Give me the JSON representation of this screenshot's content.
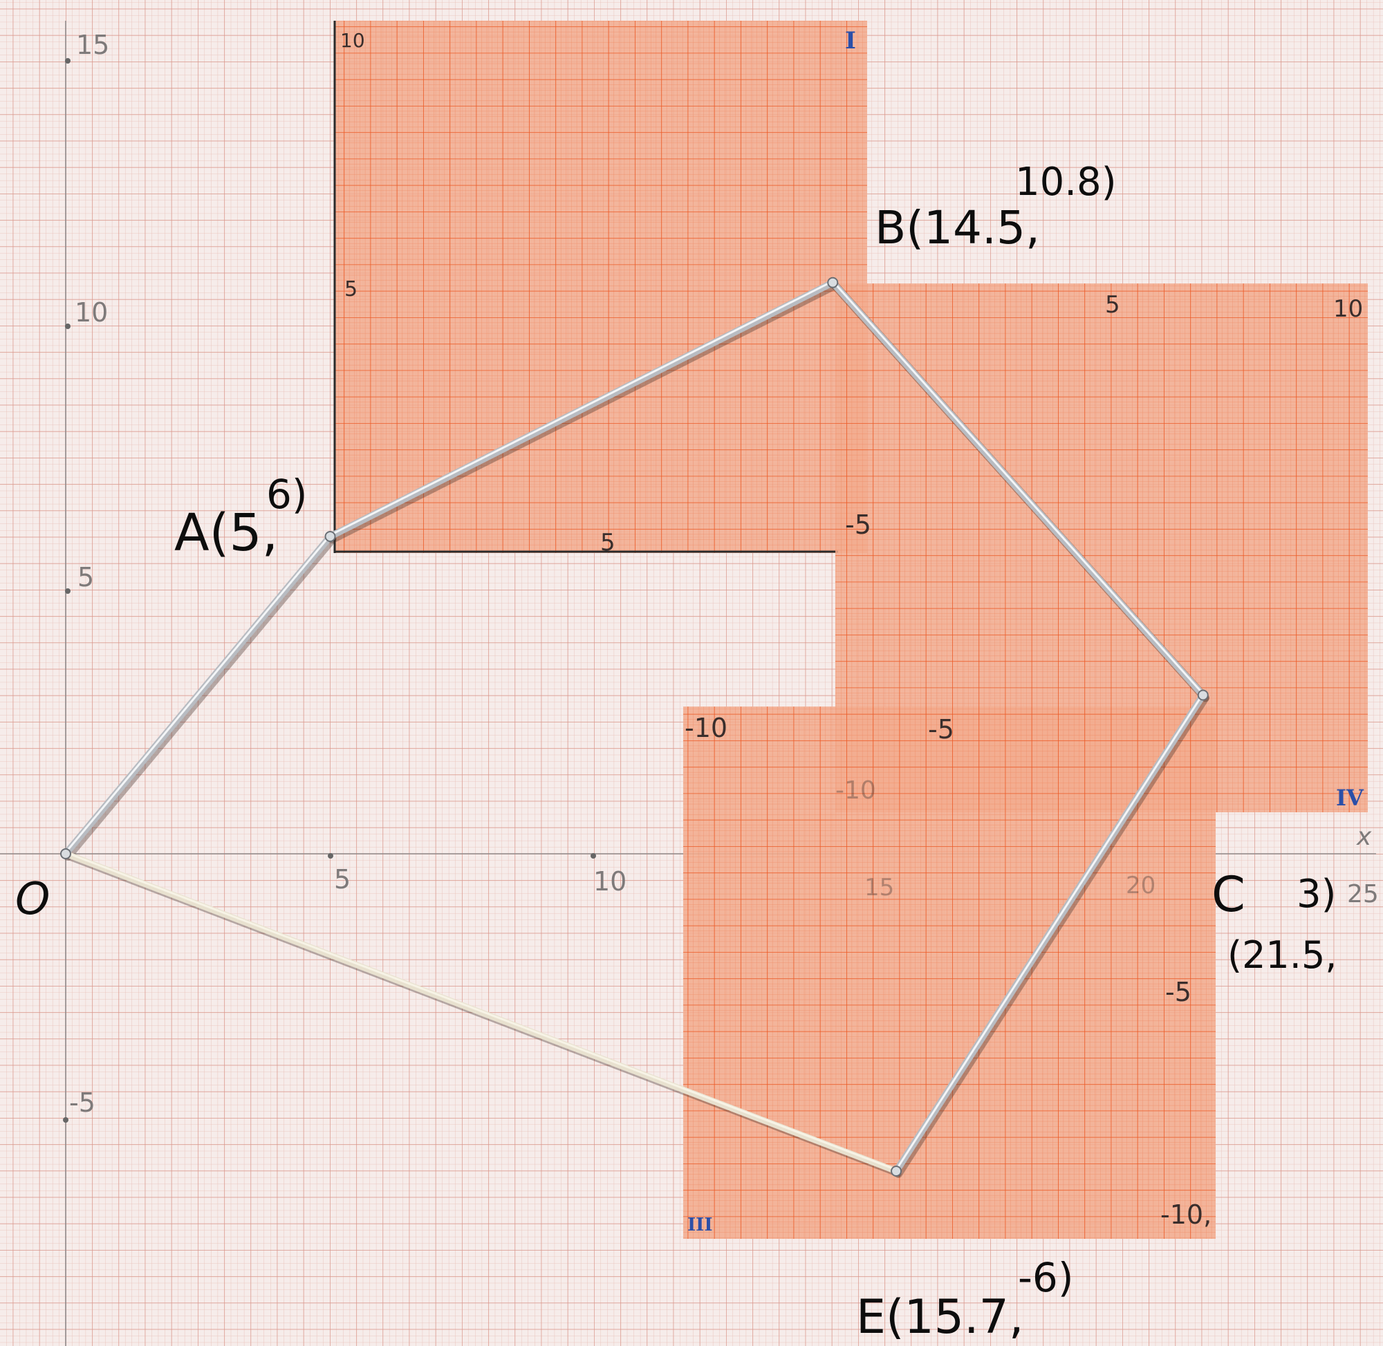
{
  "base_grid": {
    "y_axis_ticks": [
      "15",
      "10",
      "5",
      "-5"
    ],
    "x_axis_ticks": [
      "5",
      "10"
    ],
    "origin_label": "O",
    "x_axis_name": "x",
    "x_axis_end_tick": "25"
  },
  "sheets": {
    "I": {
      "quadrant": "I",
      "tick_top": "10",
      "tick_mid": "5",
      "tick_bottom": "5"
    },
    "IV": {
      "quadrant": "IV",
      "tick_left": "-5",
      "tick_top_mid": "5",
      "tick_top_right": "10"
    },
    "III": {
      "quadrant": "III",
      "tick_top_left": "-10",
      "tick_top_mid": "-5",
      "tick_inner": "-10",
      "tick_x15": "15",
      "tick_x20": "20",
      "tick_right_mid": "-5",
      "tick_bottom_right": "-10,"
    }
  },
  "points": {
    "A": {
      "name": "A",
      "x": 5,
      "y": 6,
      "label_open": "A(5,",
      "label_y": "6)"
    },
    "B": {
      "name": "B",
      "x": 14.5,
      "y": 10.8,
      "label_open": "B(14.5,",
      "label_y": "10.8)"
    },
    "C": {
      "name": "C",
      "x": 21.5,
      "y": 3,
      "label_name": "C",
      "label_open": "(21.5,",
      "label_y": "3)"
    },
    "E": {
      "name": "E",
      "x": 15.7,
      "y": -6,
      "label_open": "E(15.7,",
      "label_y": "-6)"
    },
    "O": {
      "name": "O",
      "x": 0,
      "y": 0
    }
  },
  "polygon_order": [
    "O",
    "A",
    "B",
    "C",
    "E"
  ],
  "colors": {
    "base_paper": "#f6ecea",
    "base_grid": "#e0a79c",
    "sheet_fill": "#f2ac8e",
    "sheet_grid": "#f06a3a",
    "metal_rod": "#b8bcc2",
    "string": "#e8e1cf"
  }
}
